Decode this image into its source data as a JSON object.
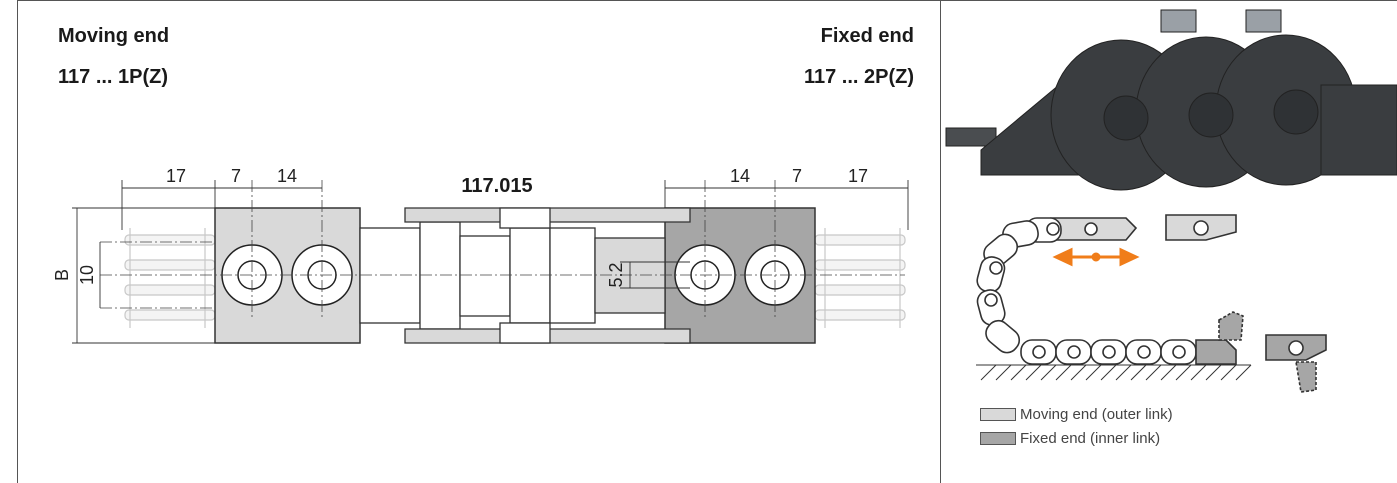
{
  "left_header": {
    "title": "Moving end",
    "code": "117 ... 1P(Z)"
  },
  "right_header": {
    "title": "Fixed end",
    "code": "117 ... 2P(Z)"
  },
  "drawing": {
    "part_number": "117.015",
    "dims_left": [
      "17",
      "7",
      "14"
    ],
    "dims_right": [
      "14",
      "7",
      "17"
    ],
    "dim_height": "B",
    "dim_pitch": "10",
    "dim_hole": "5.2"
  },
  "legend": {
    "moving": "Moving end (outer link)",
    "fixed": "Fixed end (inner link)"
  },
  "colors": {
    "moving": "#d9d9d9",
    "fixed": "#a6a6a6",
    "arrow": "#f07d1a",
    "chain_photo": "#3a3d40"
  }
}
